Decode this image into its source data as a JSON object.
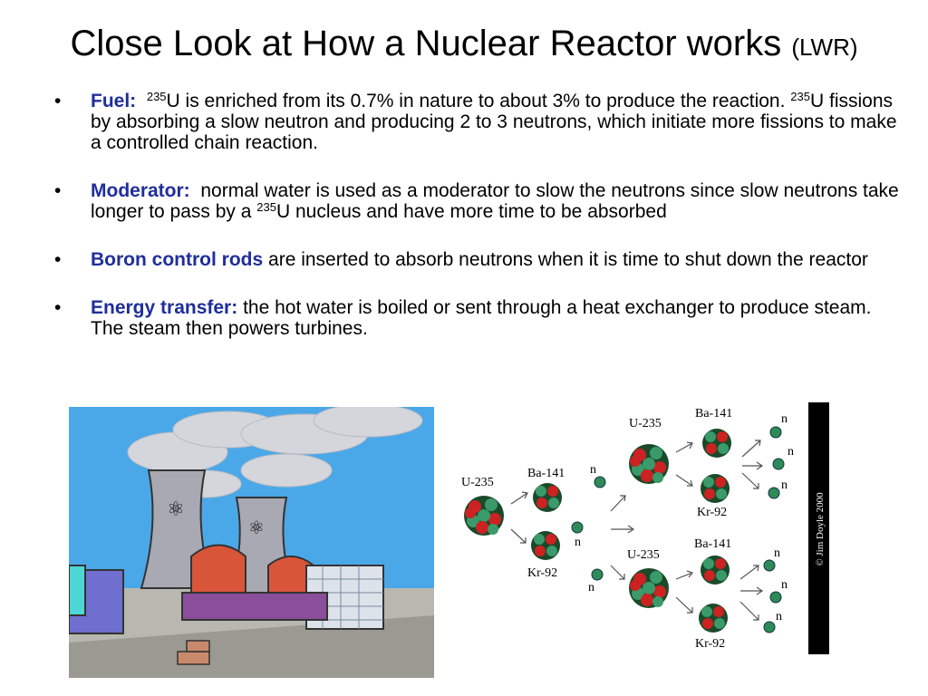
{
  "title": {
    "main": "Close Look at How a Nuclear Reactor works",
    "suffix": "(LWR)"
  },
  "bullets": [
    {
      "term": "Fuel:",
      "p1": "U is enriched from its 0.7% in nature to about 3% to produce the reaction.",
      "sup1": "235",
      "sup2": "235",
      "p2": "U fissions by absorbing a slow neutron and producing 2 to 3 neutrons, which initiate more fissions to make a controlled chain reaction."
    },
    {
      "term": "Moderator:",
      "p1": "normal water is used as a moderator to slow the neutrons since slow neutrons take longer to pass by a",
      "sup1": "235",
      "p2": "U nucleus and have more time to be absorbed"
    },
    {
      "term": "Boron control rods",
      "p1": "are inserted to absorb neutrons when it is time to shut down the reactor"
    },
    {
      "term": "Energy transfer:",
      "p1": "the hot water is boiled or sent through a heat exchanger to produce steam.  The steam then powers turbines."
    }
  ],
  "diagram": {
    "u235": "U-235",
    "ba141": "Ba-141",
    "kr92": "Kr-92",
    "n": "n",
    "credit": "© Jim Doyle 2000"
  },
  "colors": {
    "term": "#1f2e9a",
    "sky": "#4aa8e8",
    "tower": "#a9a9b3",
    "dome": "#d9553a",
    "neutron": "#2e8b57"
  }
}
